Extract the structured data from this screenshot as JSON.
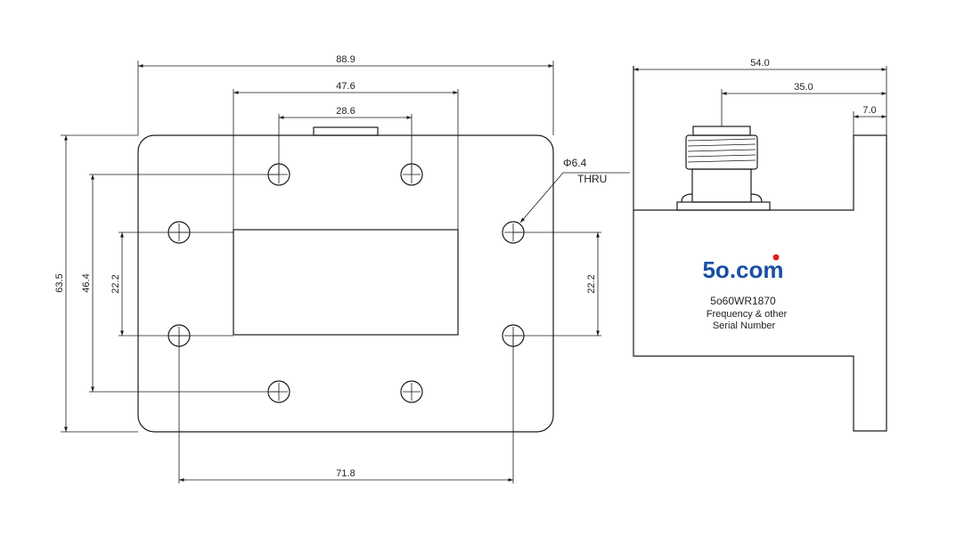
{
  "dimensions": {
    "overall_width": "88.9",
    "aperture_width": "47.6",
    "top_hole_spacing": "28.6",
    "overall_height": "63.5",
    "outer_hole_vspacing": "46.4",
    "inner_hole_vspacing_left": "22.2",
    "inner_hole_vspacing_right": "22.2",
    "bottom_hole_spacing": "71.8",
    "side_length": "54.0",
    "connector_offset": "35.0",
    "flange_thickness": "7.0"
  },
  "callout": {
    "hole_diameter": "Φ6.4",
    "hole_type": "THRU"
  },
  "label": {
    "brand_main": "5o",
    "brand_dot": ".",
    "brand_suffix": "com",
    "model": "5o60WR1870",
    "line2": "Frequency & other",
    "line3": "Serial Number"
  },
  "colors": {
    "brand_blue": "#1a4fa3",
    "brand_red": "#e02020",
    "line": "#1a1a1a"
  }
}
